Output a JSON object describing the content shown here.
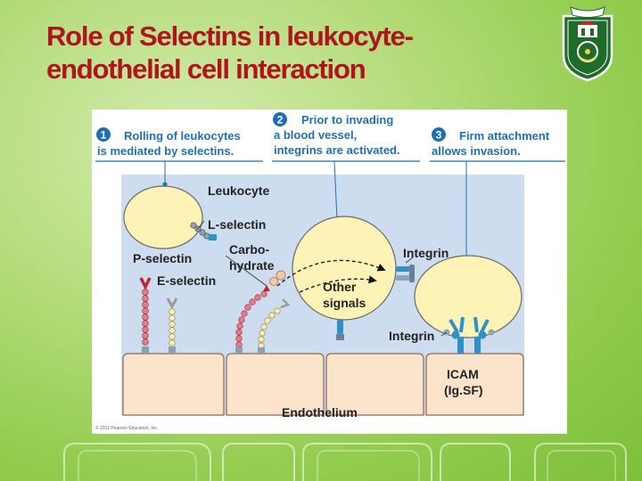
{
  "slide": {
    "title_line1": "Role of Selectins in leukocyte-",
    "title_line2": "endothelial cell interaction"
  },
  "figure": {
    "steps": [
      {
        "number": "1",
        "line1": "Rolling of leukocytes",
        "line2": "is mediated by selectins."
      },
      {
        "number": "2",
        "line1": "Prior to invading",
        "line2": "a blood vessel,",
        "line3": "integrins are activated."
      },
      {
        "number": "3",
        "line1": "Firm attachment",
        "line2": "allows invasion."
      }
    ],
    "labels": {
      "leukocyte": "Leukocyte",
      "l_selectin": "L-selectin",
      "carbo1": "Carbo-",
      "carbo2": "hydrate",
      "p_selectin": "P-selectin",
      "e_selectin": "E-selectin",
      "integrin_top": "Integrin",
      "other1": "Other",
      "other2": "signals",
      "integrin_bottom": "Integrin",
      "icam1": "ICAM",
      "icam2": "(Ig.SF)",
      "endothelium": "Endothelium",
      "copyright": "© 2011 Pearson Education, Inc."
    },
    "colors": {
      "cell_fill": "#fdf3b6",
      "cell_stroke": "#6a6a6a",
      "endothelium_fill": "#fbe3cc",
      "endothelium_stroke": "#8a6b55",
      "background_blue": "#cddcee",
      "label_blue": "#1e6fb5",
      "selectin_red": "#c0223a",
      "integrin_blue": "#2f8fc8",
      "title_red": "#b0141e"
    }
  }
}
